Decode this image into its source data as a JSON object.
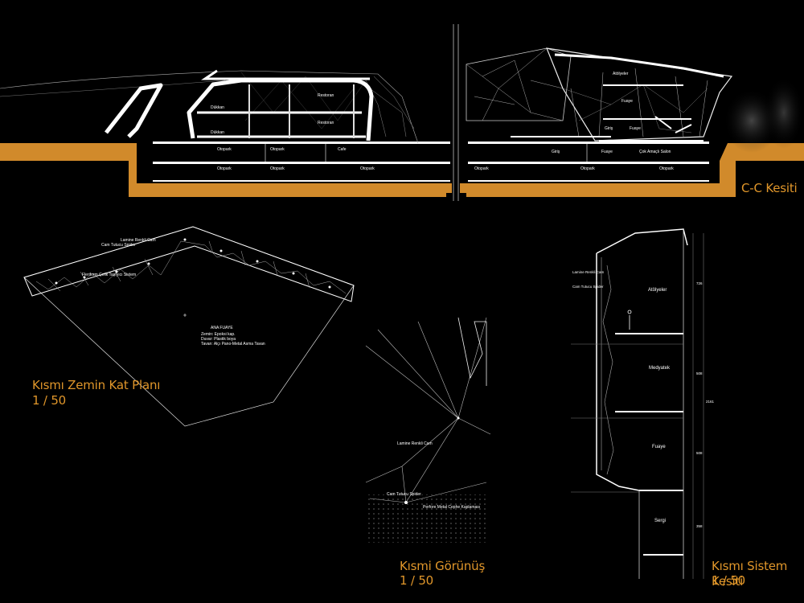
{
  "section": {
    "title": "C-C Kesiti",
    "labels": {
      "dukkan_upper": "Dükkan",
      "dukkan_lower": "Dükkan",
      "restoran_upper": "Restoran",
      "restoran_lower": "Restoran",
      "otopark_1": "Otopark",
      "otopark_2": "Otopark",
      "otopark_3": "Otopark",
      "otopark_4": "Otopark",
      "otopark_5": "Otopark",
      "otopark_6": "Otopark",
      "otopark_7": "Otopark",
      "cafe": "Cafe",
      "atolyeler": "Atölyeler",
      "fuaye_upper": "Fuaye",
      "fuaye_mid": "Fuaye",
      "fuaye_lower": "Fuaye",
      "giris_upper": "Giriş",
      "giris_lower": "Giriş",
      "cok_amacli": "Çok Amaçlı Salon"
    }
  },
  "plan": {
    "title": "Kısmı Zemin Kat Planı",
    "scale": "1 / 50",
    "labels": {
      "lamine": "Lamine Renkli Cam",
      "tutucu": "Cam Tutucu Spider",
      "celik": "Fleriform Çelik Taşıyıcı Sistem",
      "space_name": "ANA FUAYE",
      "zemin": "Zemin: Epoksi kap.",
      "duvar": "Duvar: Plastik boya",
      "tavan": "Tavan: Alçı Pano-Metal Asma Tavan"
    }
  },
  "elevation": {
    "title": "Kısmi Görünüş",
    "scale": "1 / 50",
    "labels": {
      "lamine": "Lamine Renkli Cam",
      "spider": "Cam Tutucu Spider",
      "perfore": "Perfore Metal Cephe Kaplaması"
    }
  },
  "system": {
    "title": "Kısmı Sistem Kesiti",
    "scale": "1 / 50",
    "labels": {
      "lamine": "Lamine Renkli Cam",
      "tutucu": "Cam Tutucu Spider",
      "atolyeler": "Atölyeler",
      "medyatek": "Medyatek",
      "fuaye": "Fuaye",
      "sergi": "Sergi"
    },
    "dims": [
      "726",
      "508",
      "508",
      "358",
      "2161"
    ]
  },
  "colors": {
    "accent": "#e0962a",
    "background": "#000000",
    "line": "#ffffff"
  }
}
